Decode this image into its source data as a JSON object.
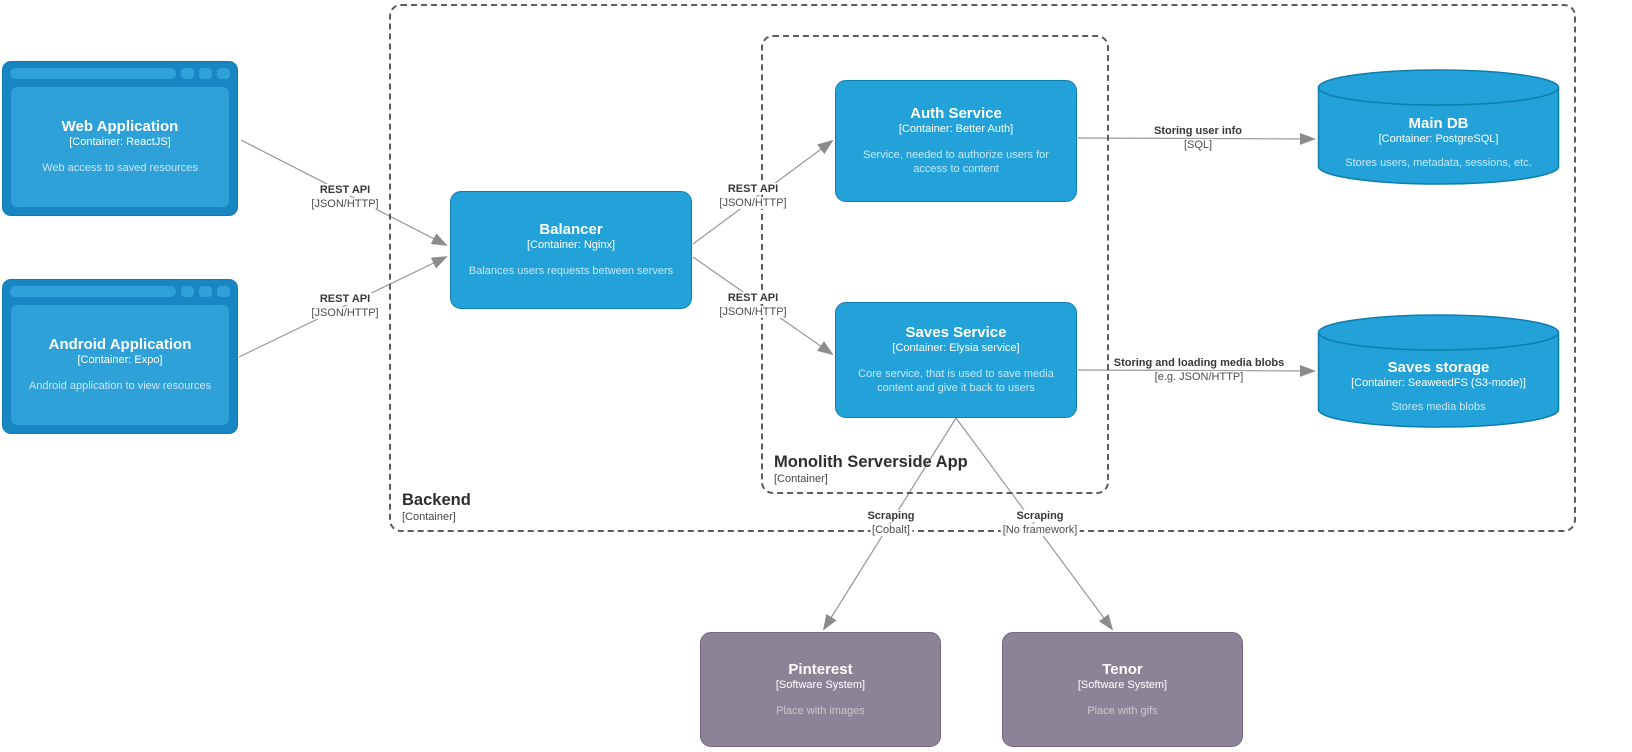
{
  "nodes": {
    "web_app": {
      "title": "Web Application",
      "subtitle": "[Container: ReactJS]",
      "description": "Web access to saved resources"
    },
    "android_app": {
      "title": "Android Application",
      "subtitle": "[Container: Expo]",
      "description": "Android application to view resources"
    },
    "balancer": {
      "title": "Balancer",
      "subtitle": "[Container: Nginx]",
      "description": "Balances users requests between servers"
    },
    "auth_service": {
      "title": "Auth Service",
      "subtitle": "[Container: Better Auth]",
      "description": "Service, needed to authorize users for access to content"
    },
    "saves_service": {
      "title": "Saves Service",
      "subtitle": "[Container: Elysia service]",
      "description": "Core service, that is used to save media content and give it back to users"
    },
    "main_db": {
      "title": "Main DB",
      "subtitle": "[Container: PostgreSQL]",
      "description": "Stores users, metadata, sessions, etc."
    },
    "saves_storage": {
      "title": "Saves storage",
      "subtitle": "[Container: SeaweedFS (S3-mode)]",
      "description": "Stores media blobs"
    },
    "pinterest": {
      "title": "Pinterest",
      "subtitle": "[Software System]",
      "description": "Place with images"
    },
    "tenor": {
      "title": "Tenor",
      "subtitle": "[Software System]",
      "description": "Place with gifs"
    }
  },
  "boundaries": {
    "backend": {
      "label": "Backend",
      "type": "[Container]"
    },
    "monolith": {
      "label": "Monolith Serverside App",
      "type": "[Container]"
    }
  },
  "edges": {
    "web_to_balancer": {
      "label": "REST API",
      "tech": "[JSON/HTTP]",
      "from": "Web Application",
      "to": "Balancer"
    },
    "android_to_balancer": {
      "label": "REST API",
      "tech": "[JSON/HTTP]",
      "from": "Android Application",
      "to": "Balancer"
    },
    "balancer_to_auth": {
      "label": "REST API",
      "tech": "[JSON/HTTP]",
      "from": "Balancer",
      "to": "Auth Service"
    },
    "balancer_to_saves": {
      "label": "REST API",
      "tech": "[JSON/HTTP]",
      "from": "Balancer",
      "to": "Saves Service"
    },
    "auth_to_maindb": {
      "label": "Storing user info",
      "tech": "[SQL]",
      "from": "Auth Service",
      "to": "Main DB"
    },
    "saves_to_storage": {
      "label": "Storing and loading media blobs",
      "tech": "[e.g. JSON/HTTP]",
      "from": "Saves Service",
      "to": "Saves storage"
    },
    "saves_to_pinterest": {
      "label": "Scraping",
      "tech": "[Cobalt]",
      "from": "Saves Service",
      "to": "Pinterest"
    },
    "saves_to_tenor": {
      "label": "Scraping",
      "tech": "[No framework]",
      "from": "Saves Service",
      "to": "Tenor"
    }
  },
  "colors": {
    "container_fill": "#23A2D9",
    "container_stroke": "#0E7DAD",
    "browser_frame": "#1786C3",
    "external_fill": "#8C8496",
    "external_stroke": "#736782",
    "edge": "#8C8C8C",
    "boundary": "#5C5C5C"
  }
}
